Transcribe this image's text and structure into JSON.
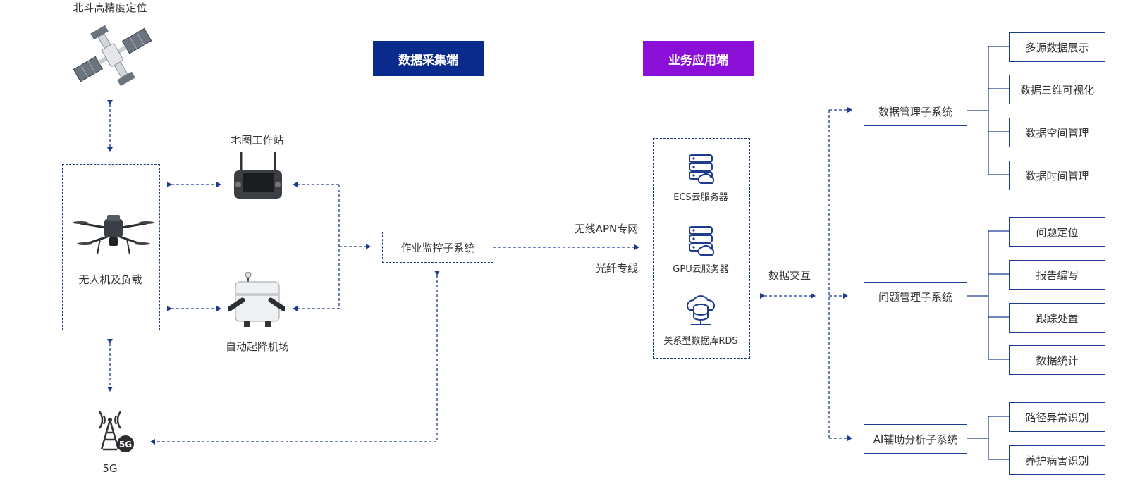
{
  "headers": {
    "collect": "数据采集端",
    "business": "业务应用端"
  },
  "colors": {
    "collect_bg": "#0a2a8c",
    "business_bg": "#8b0fd6",
    "line": "#1f3b8f"
  },
  "collection": {
    "beidou": "北斗高精度定位",
    "drone": "无人机及负载",
    "map_station": "地图工作站",
    "airport": "自动起降机场",
    "fiveg": "5G",
    "monitor_system": "作业监控子系统"
  },
  "links": {
    "apn": "无线APN专网",
    "fiber": "光纤专线",
    "exchange": "数据交互"
  },
  "cloud": {
    "ecs": "ECS云服务器",
    "gpu": "GPU云服务器",
    "rds": "关系型数据库RDS"
  },
  "subsystems": [
    {
      "name": "数据管理子系统",
      "items": [
        "多源数据展示",
        "数据三维可视化",
        "数据空间管理",
        "数据时间管理"
      ]
    },
    {
      "name": "问题管理子系统",
      "items": [
        "问题定位",
        "报告编写",
        "跟踪处置",
        "数据统计"
      ]
    },
    {
      "name": "AI辅助分析子系统",
      "items": [
        "路径异常识别",
        "养护病害识别"
      ]
    }
  ],
  "icons": [
    "satellite-icon",
    "drone-icon",
    "remote-controller-icon",
    "drone-dock-icon",
    "tower-5g-icon",
    "server-cloud-icon",
    "database-cloud-icon"
  ]
}
